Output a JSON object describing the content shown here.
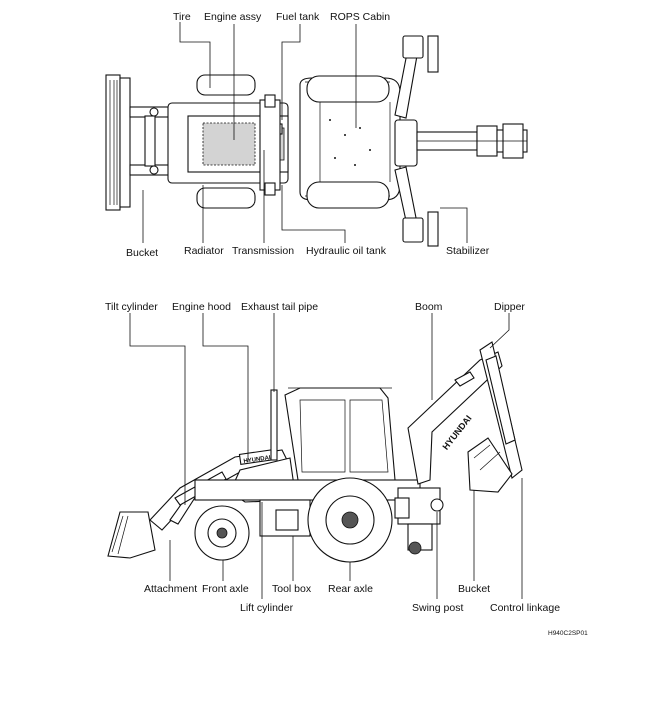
{
  "top_view": {
    "labels": {
      "tire": "Tire",
      "engine_assy": "Engine assy",
      "fuel_tank": "Fuel tank",
      "rops_cabin": "ROPS Cabin",
      "bucket": "Bucket",
      "radiator": "Radiator",
      "transmission": "Transmission",
      "hydraulic_oil_tank": "Hydraulic oil tank",
      "stabilizer": "Stabilizer"
    }
  },
  "side_view": {
    "labels": {
      "tilt_cylinder": "Tilt cylinder",
      "engine_hood": "Engine hood",
      "exhaust_tail_pipe": "Exhaust tail pipe",
      "boom": "Boom",
      "dipper": "Dipper",
      "attachment": "Attachment",
      "front_axle": "Front axle",
      "lift_cylinder": "Lift cylinder",
      "tool_box": "Tool box",
      "rear_axle": "Rear axle",
      "swing_post": "Swing post",
      "bucket": "Bucket",
      "control_linkage": "Control linkage"
    },
    "brand": "HYUNDAI"
  },
  "figure_ref": "H940C2SP01"
}
